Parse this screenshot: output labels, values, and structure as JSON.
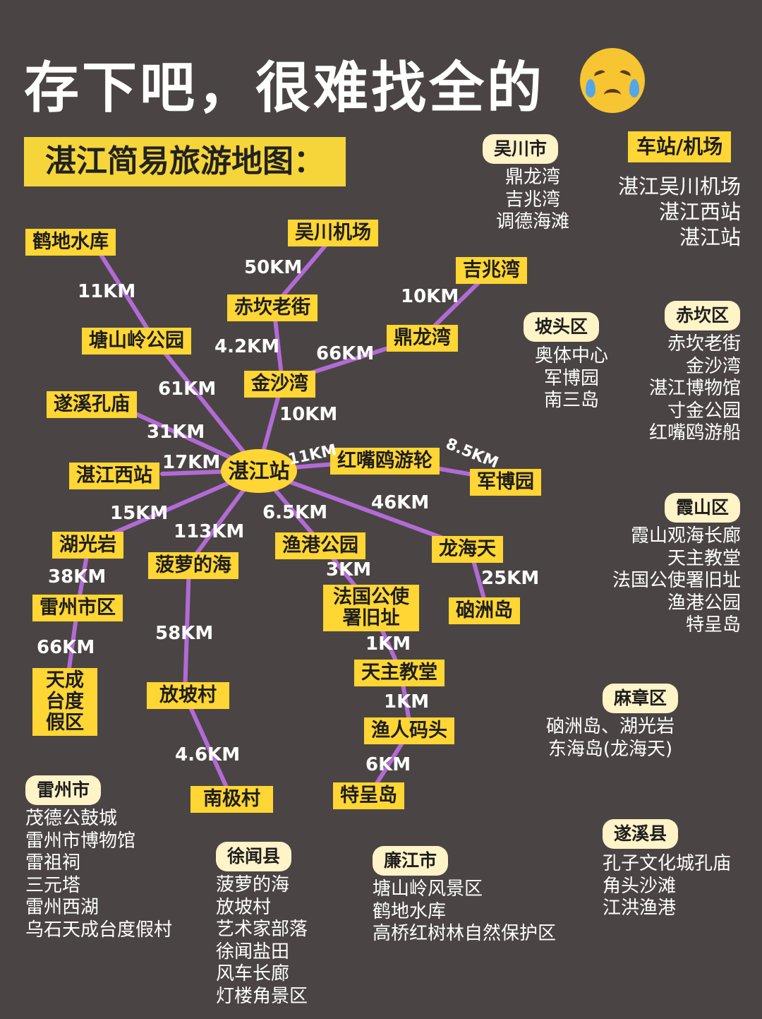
{
  "title": "存下吧，很难找全的",
  "subtitle": "湛江简易旅游地图：",
  "emoji": "crying-face-icon",
  "colors": {
    "background": "#4a4544",
    "node": "#ffd633",
    "line": "#b26bd6",
    "pill": "#fff3c8"
  },
  "map": {
    "hub": "湛江站",
    "nodes": {
      "hedi": "鹤地水库",
      "tangshanling": "塘山岭公园",
      "suixi_temple": "遂溪孔庙",
      "xizhan": "湛江西站",
      "huguangyan": "湖光岩",
      "leizhou": "雷州市区",
      "tiancheng": "天成台度假区",
      "boluo": "菠萝的海",
      "fangpo": "放坡村",
      "nanji": "南极村",
      "airport": "吴川机场",
      "chikan_street": "赤坎老街",
      "jinsha": "金沙湾",
      "jizhao": "吉兆湾",
      "dinglong": "鼎龙湾",
      "hongzuiou": "红嘴鸥游轮",
      "junbo": "军博园",
      "yugang": "渔港公园",
      "consulate": "法国公使署旧址",
      "church": "天主教堂",
      "wharf": "渔人码头",
      "techeng": "特呈岛",
      "longhaitian": "龙海天",
      "naozhou": "硇洲岛"
    },
    "distances": {
      "hedi_tangshanling": "11KM",
      "tangshanling_hub": "61KM",
      "suixi_hub": "31KM",
      "xizhan_hub": "17KM",
      "hub_huguangyan": "15KM",
      "huguangyan_leizhou": "38KM",
      "leizhou_tiancheng": "66KM",
      "hub_boluo": "113KM",
      "boluo_fangpo": "58KM",
      "fangpo_nanji": "4.6KM",
      "airport_chikan": "50KM",
      "chikan_jinsha": "4.2KM",
      "jinsha_hub": "10KM",
      "jinsha_dinglong": "66KM",
      "dinglong_jizhao": "10KM",
      "hub_hongzuiou": "11KM",
      "hongzuiou_junbo": "8.5KM",
      "hub_longhaitian": "46KM",
      "longhaitian_naozhou": "25KM",
      "hub_yugang": "6.5KM",
      "yugang_consulate": "3KM",
      "consulate_church": "1KM",
      "church_wharf": "1KM",
      "wharf_techeng": "6KM"
    }
  },
  "regions": {
    "wuchuan": {
      "name": "吴川市",
      "items": [
        "鼎龙湾",
        "吉兆湾",
        "调德海滩"
      ]
    },
    "stations": {
      "name": "车站/机场",
      "items": [
        "湛江吴川机场",
        "湛江西站",
        "湛江站"
      ]
    },
    "potou": {
      "name": "坡头区",
      "items": [
        "奥体中心",
        "军博园",
        "南三岛"
      ]
    },
    "chikan": {
      "name": "赤坎区",
      "items": [
        "赤坎老街",
        "金沙湾",
        "湛江博物馆",
        "寸金公园",
        "红嘴鸥游船"
      ]
    },
    "xiashan": {
      "name": "霞山区",
      "items": [
        "霞山观海长廊",
        "天主教堂",
        "法国公使署旧址",
        "渔港公园",
        "特呈岛"
      ]
    },
    "mazhang": {
      "name": "麻章区",
      "items": [
        "硇洲岛、湖光岩",
        "东海岛(龙海天)"
      ]
    },
    "leizhou": {
      "name": "雷州市",
      "items": [
        "茂德公鼓城",
        "雷州市博物馆",
        "雷祖祠",
        "三元塔",
        "雷州西湖",
        "乌石天成台度假村"
      ]
    },
    "xuwen": {
      "name": "徐闻县",
      "items": [
        "菠萝的海",
        "放坡村",
        "艺术家部落",
        "徐闻盐田",
        "风车长廊",
        "灯楼角景区"
      ]
    },
    "lianjiang": {
      "name": "廉江市",
      "items": [
        "塘山岭风景区",
        "鹤地水库",
        "高桥红树林自然保护区"
      ]
    },
    "suixi": {
      "name": "遂溪县",
      "items": [
        "孔子文化城孔庙",
        "角头沙滩",
        "江洪渔港"
      ]
    }
  }
}
